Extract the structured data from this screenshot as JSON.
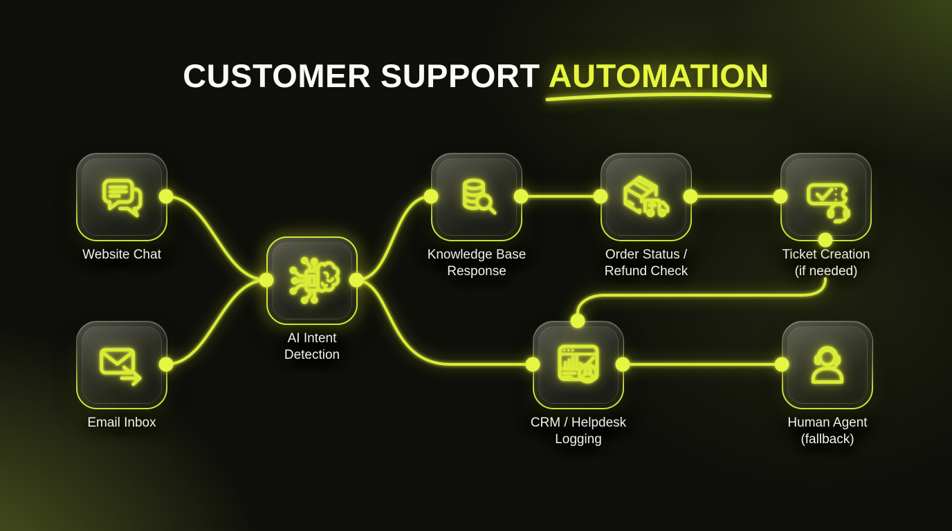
{
  "title": {
    "prefix": "CUSTOMER SUPPORT",
    "highlight": "AUTOMATION"
  },
  "colors": {
    "neon_stroke": "#d9eb33",
    "neon_dot": "#e4f542",
    "title_highlight": "#e7f73c",
    "title_text": "#fafaf7",
    "label_text": "#f1f2ec",
    "background": "#0c0d09",
    "ambient_olive": "#49511f"
  },
  "nodes": [
    {
      "id": "website-chat",
      "icon": "chat-bubbles-icon",
      "label1": "Website Chat",
      "label2": ""
    },
    {
      "id": "email-inbox",
      "icon": "email-forward-icon",
      "label1": "Email Inbox",
      "label2": ""
    },
    {
      "id": "ai-intent-detection",
      "icon": "ai-chip-brain-icon",
      "label1": "AI Intent",
      "label2": "Detection"
    },
    {
      "id": "knowledge-base-response",
      "icon": "database-search-icon",
      "label1": "Knowledge Base",
      "label2": "Response"
    },
    {
      "id": "order-status-refund-check",
      "icon": "package-truck-icon",
      "label1": "Order Status /",
      "label2": "Refund Check"
    },
    {
      "id": "ticket-creation",
      "icon": "ticket-headset-icon",
      "label1": "Ticket Creation",
      "label2": "(if needed)"
    },
    {
      "id": "crm-helpdesk-logging",
      "icon": "crm-dashboard-icon",
      "label1": "CRM / Helpdesk",
      "label2": "Logging"
    },
    {
      "id": "human-agent-fallback",
      "icon": "support-agent-icon",
      "label1": "Human Agent",
      "label2": "(fallback)"
    }
  ],
  "edges": [
    {
      "from": "website-chat",
      "to": "ai-intent-detection"
    },
    {
      "from": "email-inbox",
      "to": "ai-intent-detection"
    },
    {
      "from": "ai-intent-detection",
      "to": "knowledge-base-response"
    },
    {
      "from": "ai-intent-detection",
      "to": "crm-helpdesk-logging"
    },
    {
      "from": "knowledge-base-response",
      "to": "order-status-refund-check"
    },
    {
      "from": "order-status-refund-check",
      "to": "ticket-creation"
    },
    {
      "from": "ticket-creation",
      "to": "crm-helpdesk-logging"
    },
    {
      "from": "crm-helpdesk-logging",
      "to": "human-agent-fallback"
    }
  ]
}
